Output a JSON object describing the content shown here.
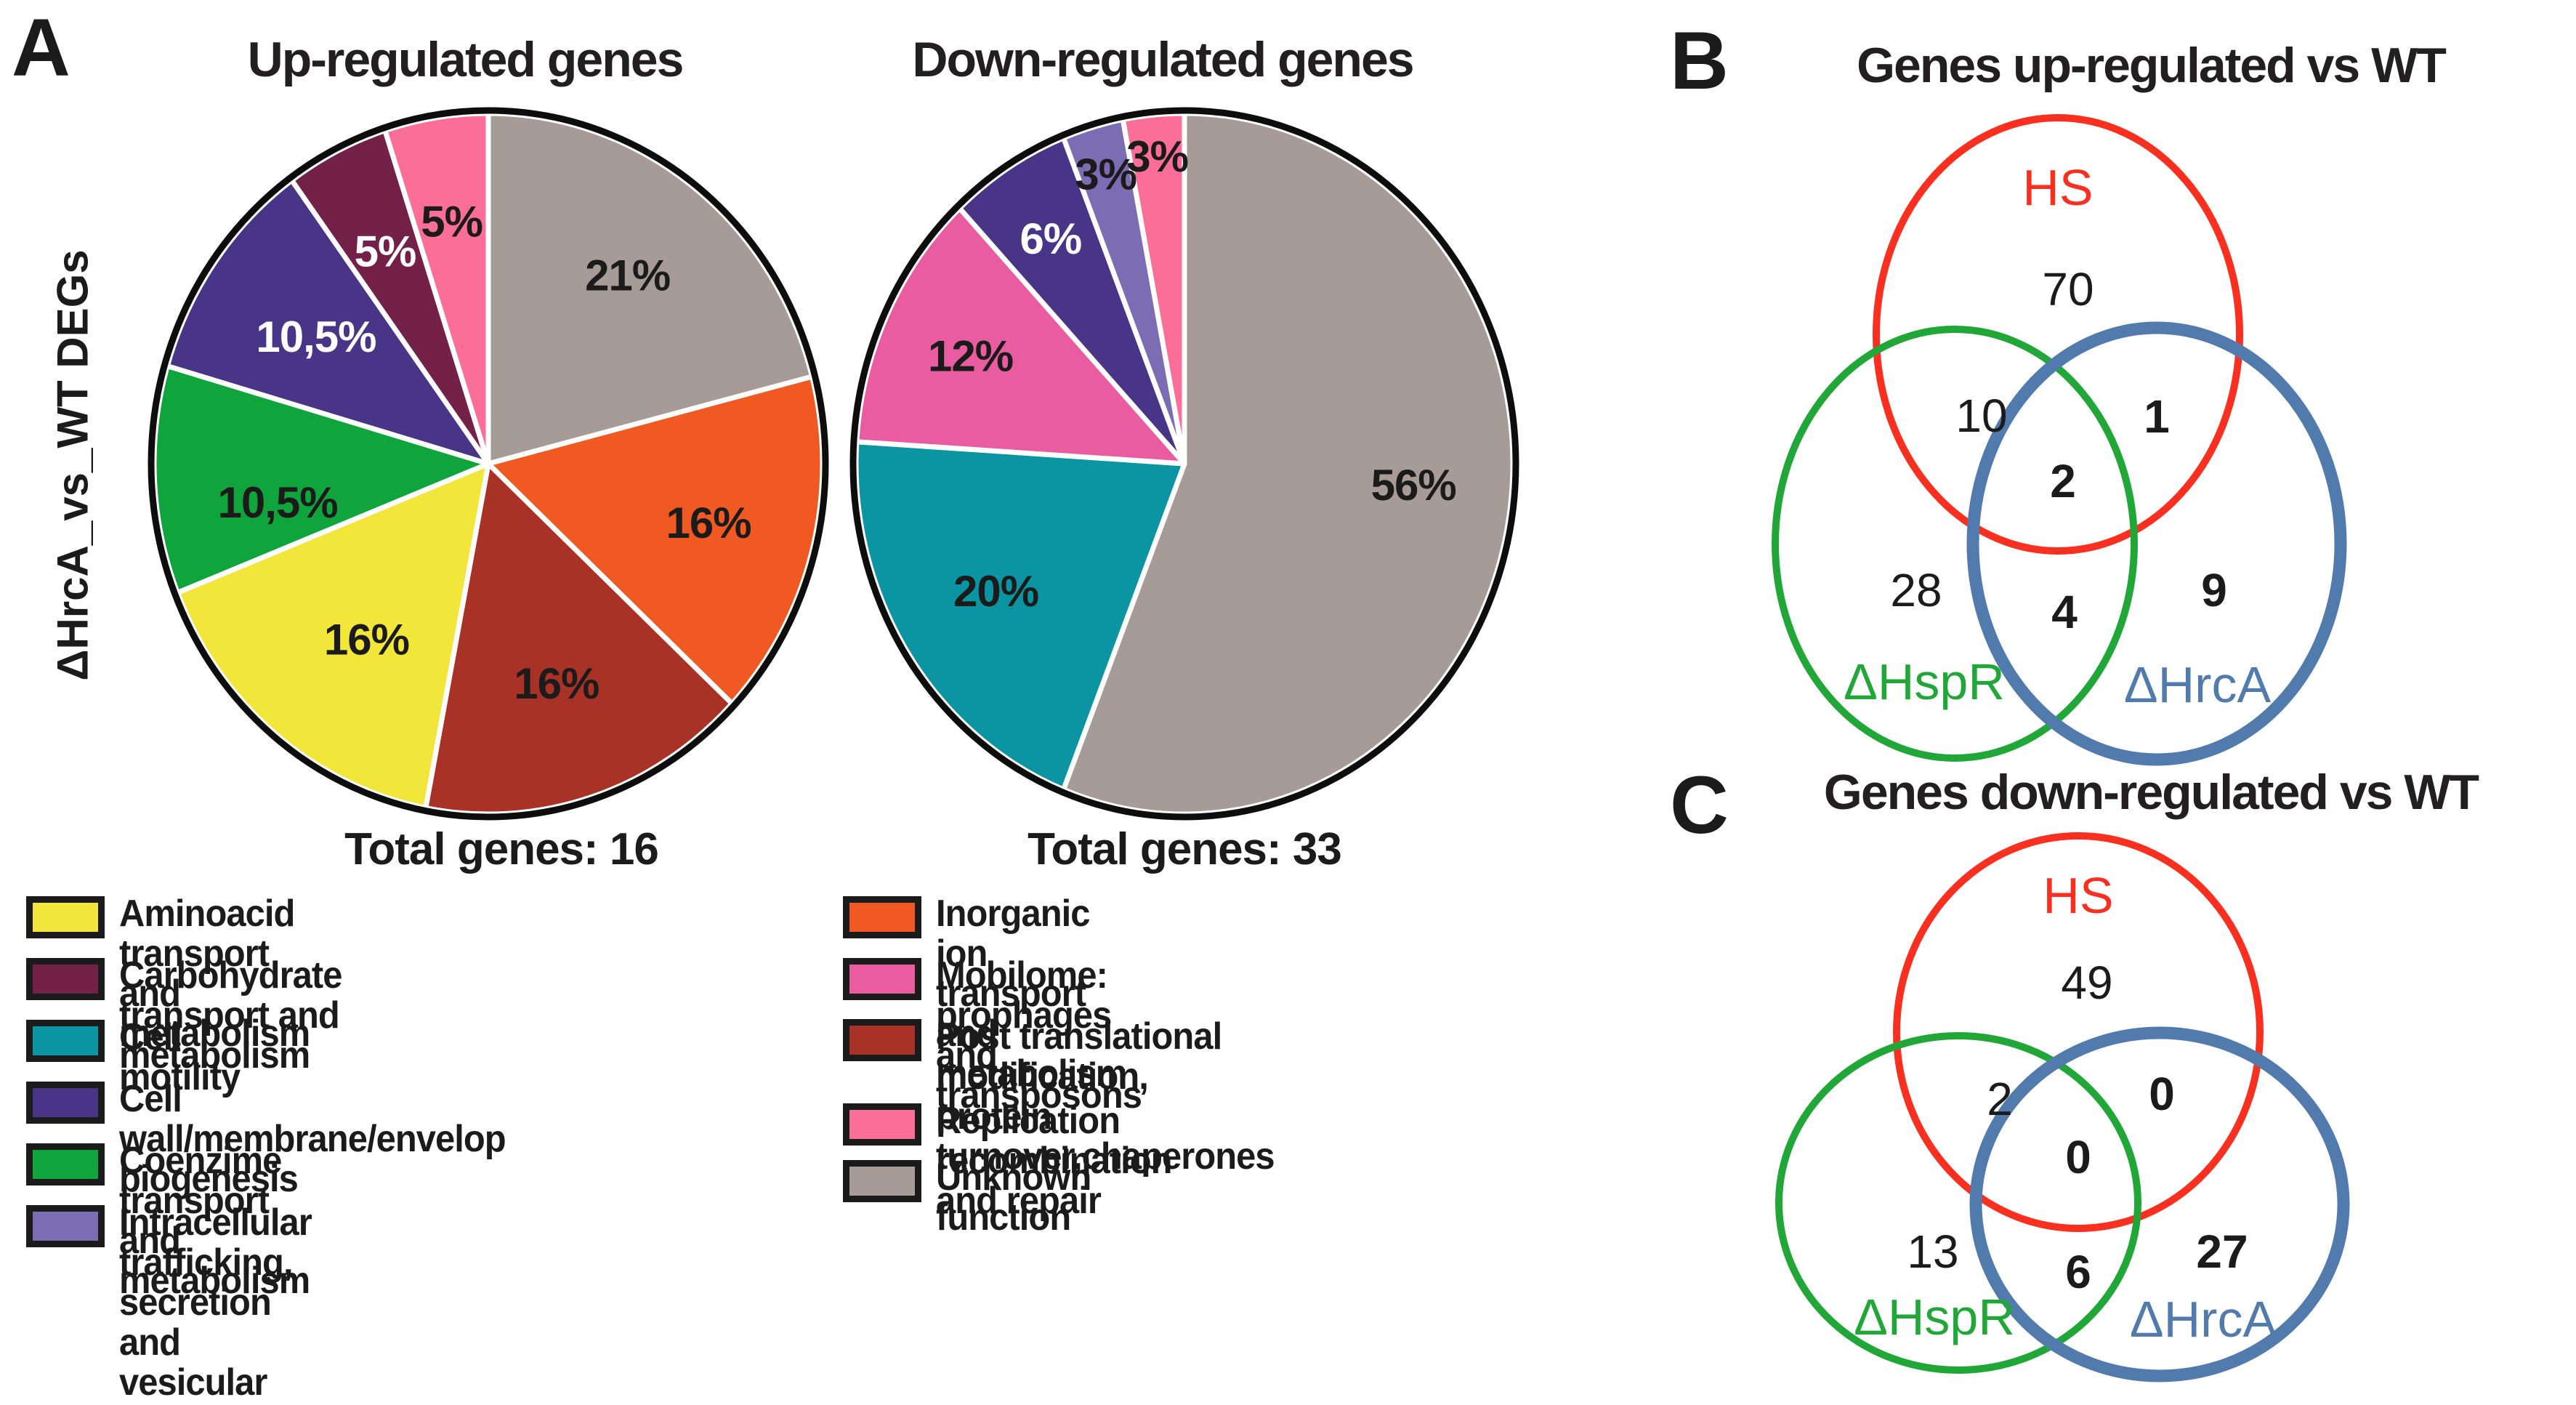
{
  "figure": {
    "panel_a_label": "A",
    "panel_b_label": "B",
    "panel_c_label": "C",
    "axis_label": "ΔHrcA_vs_WT DEGs"
  },
  "legend": {
    "left": [
      {
        "label": "Aminoacid transport and metabolism",
        "color": "#f2e63a"
      },
      {
        "label": "Carbohydrate transport and metabolism",
        "color": "#742149"
      },
      {
        "label": "Cell motility",
        "color": "#0b94a1"
      },
      {
        "label": "Cell wall/membrane/envelop biogenesis",
        "color": "#483588"
      },
      {
        "label": "Coenzime transport and metabolism",
        "color": "#0fa43c"
      },
      {
        "label": "Intracellular trafficking, secretion\nand vesicular transport",
        "color": "#7b6cb3"
      }
    ],
    "right": [
      {
        "label": "Inorganic ion transport and metabolism",
        "color": "#f05a22"
      },
      {
        "label": "Mobilome: prophages and transposons",
        "color": "#e95ca0"
      },
      {
        "label": "Post translational modification,\nprotein turnover,chaperones",
        "color": "#a93226"
      },
      {
        "label": "Replication recombination and repair",
        "color": "#fb6e98"
      },
      {
        "label": "Unknown function",
        "color": "#a79b97"
      }
    ]
  },
  "chart_data": [
    {
      "type": "pie",
      "id": "pie_up",
      "title": "Up-regulated genes",
      "total_label": "Total genes: 16",
      "total_genes": 16,
      "ylabel": "ΔHrcA_vs_WT DEGs",
      "slices": [
        {
          "category": "Unknown function",
          "pct": 21,
          "label": "21%",
          "color": "#a79b97",
          "label_color": "#1b1b1b",
          "lr": 0.68
        },
        {
          "category": "Inorganic ion transport and metabolism",
          "pct": 16,
          "label": "16%",
          "color": "#f05a22",
          "label_color": "#1b1b1b",
          "lr": 0.68
        },
        {
          "category": "Post translational modification, protein turnover, chaperones",
          "pct": 16,
          "label": "16%",
          "color": "#a93226",
          "label_color": "#1b1b1b",
          "lr": 0.66
        },
        {
          "category": "Aminoacid transport and metabolism",
          "pct": 16,
          "label": "16%",
          "color": "#f2e63a",
          "label_color": "#1b1b1b",
          "lr": 0.62,
          "la": 126
        },
        {
          "category": "Coenzime transport and metabolism",
          "pct": 10.5,
          "label": "10,5%",
          "color": "#0fa43c",
          "label_color": "#1b1b1b",
          "lr": 0.64,
          "la": 170
        },
        {
          "category": "Cell wall/membrane/envelop biogenesis",
          "pct": 10.5,
          "label": "10,5%",
          "color": "#483588",
          "label_color": "#ffffff",
          "lr": 0.63
        },
        {
          "category": "Carbohydrate transport and metabolism",
          "pct": 5,
          "label": "5%",
          "color": "#742149",
          "label_color": "#ffffff",
          "lr": 0.68
        },
        {
          "category": "Replication recombination and repair",
          "pct": 5,
          "label": "5%",
          "color": "#fb6e98",
          "label_color": "#1b1b1b",
          "lr": 0.7
        }
      ]
    },
    {
      "type": "pie",
      "id": "pie_down",
      "title": "Down-regulated genes",
      "total_label": "Total genes: 33",
      "total_genes": 33,
      "slices": [
        {
          "category": "Unknown function",
          "pct": 56,
          "label": "56%",
          "color": "#a79b97",
          "label_color": "#1b1b1b",
          "lr": 0.7,
          "la": 5
        },
        {
          "category": "Cell motility",
          "pct": 20,
          "label": "20%",
          "color": "#0b94a1",
          "label_color": "#1b1b1b",
          "lr": 0.68
        },
        {
          "category": "Mobilome: prophages and transposons",
          "pct": 12,
          "label": "12%",
          "color": "#e95ca0",
          "label_color": "#1b1b1b",
          "lr": 0.72
        },
        {
          "category": "Cell wall/membrane/envelop biogenesis",
          "pct": 6,
          "label": "6%",
          "color": "#483588",
          "label_color": "#ffffff",
          "lr": 0.76
        },
        {
          "category": "Intracellular trafficking, secretion and vesicular transport",
          "pct": 3,
          "label": "3%",
          "color": "#7b6cb3",
          "label_color": "#1b1b1b",
          "lr": 0.86
        },
        {
          "category": "Replication recombination and repair",
          "pct": 3,
          "label": "3%",
          "color": "#fb6e98",
          "label_color": "#1b1b1b",
          "lr": 0.88
        }
      ]
    },
    {
      "type": "venn",
      "id": "venn_up",
      "title": "Genes up-regulated vs WT",
      "sets": [
        {
          "name": "HS",
          "color": "#f92f20"
        },
        {
          "name": "ΔHspR",
          "color": "#21a737"
        },
        {
          "name": "ΔHrcA",
          "color": "#517bac"
        }
      ],
      "regions": {
        "hs_only": "70",
        "hs_hspr": "10",
        "hs_hrca": "1",
        "all": "2",
        "hspr_only": "28",
        "hspr_hrca": "4",
        "hrca_only": "9"
      },
      "bold_regions": [
        "hs_hrca",
        "all",
        "hspr_hrca",
        "hrca_only"
      ]
    },
    {
      "type": "venn",
      "id": "venn_down",
      "title": "Genes down-regulated vs WT",
      "sets": [
        {
          "name": "HS",
          "color": "#f92f20"
        },
        {
          "name": "ΔHspR",
          "color": "#21a737"
        },
        {
          "name": "ΔHrcA",
          "color": "#517bac"
        }
      ],
      "regions": {
        "hs_only": "49",
        "hs_hspr": "2",
        "hs_hrca": "0",
        "all": "0",
        "hspr_only": "13",
        "hspr_hrca": "6",
        "hrca_only": "27"
      },
      "bold_regions": [
        "hs_hrca",
        "all",
        "hspr_hrca",
        "hrca_only"
      ]
    }
  ]
}
